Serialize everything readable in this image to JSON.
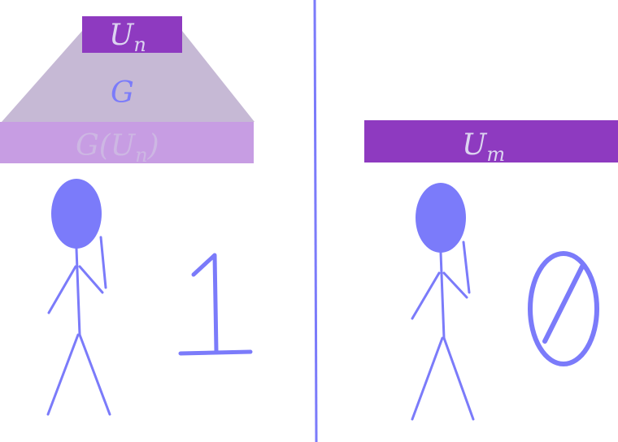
{
  "left_panel": {
    "top_bar": {
      "label": "U",
      "subscript": "n"
    },
    "trapezoid": {
      "label": "G"
    },
    "bottom_bar": {
      "label": "G(U",
      "subscript": "n",
      "suffix": ")"
    },
    "figure_label": "1"
  },
  "right_panel": {
    "bar": {
      "label": "U",
      "subscript": "m"
    },
    "figure_symbol": "empty-set-symbol"
  },
  "colors": {
    "dark_purple": "#8e3ac0",
    "light_purple": "#c79de3",
    "gray_purple": "#c6b9d5",
    "figure_blue": "#7b7bfa",
    "text_light": "#dcd4f0",
    "text_faint": "#cdb7e3"
  }
}
